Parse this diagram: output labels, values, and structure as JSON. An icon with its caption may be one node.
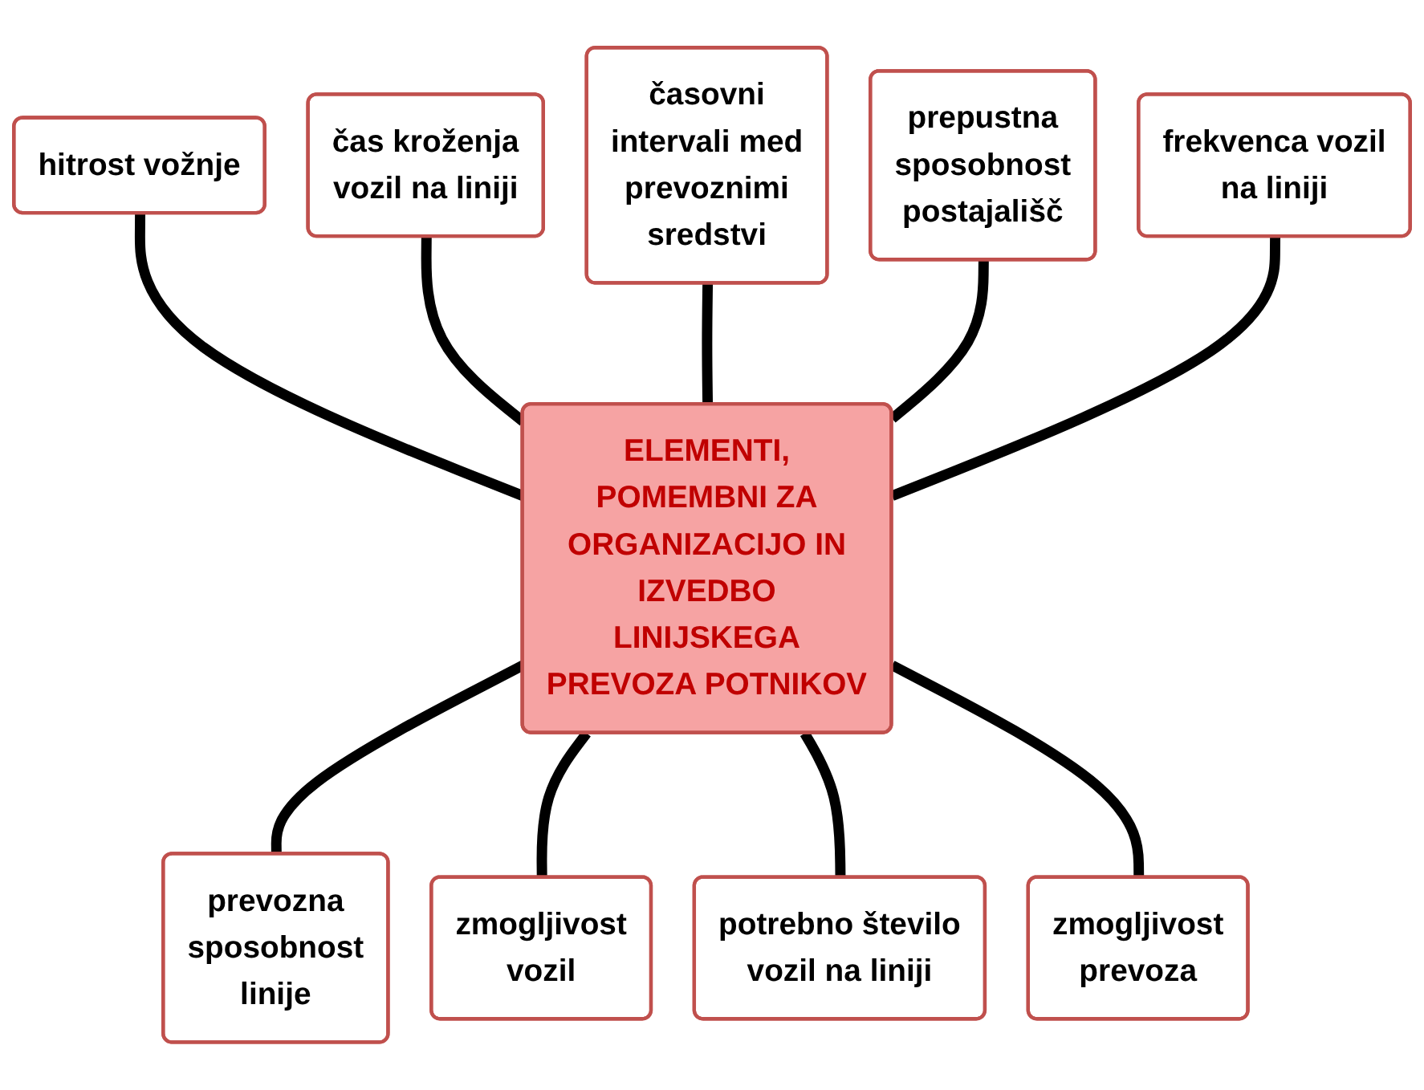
{
  "diagram": {
    "nodes": [
      {
        "text": [
          "ELEMENTI, POMEMBNI ZA ORGANIZACIJO IN IZVEDBO LINIJSKEGA PREVOZA POTNIKOV"
        ]
      },
      {
        "text": [
          "hitrost vožnje"
        ]
      },
      {
        "text": [
          "čas kroženja vozil na liniji"
        ]
      },
      {
        "text": [
          "časovni intervali med prevoznimi sredstvi"
        ]
      },
      {
        "text": [
          "prepustna sposobnost postajališč"
        ]
      },
      {
        "text": [
          "frekvenca vozil na liniji"
        ]
      },
      {
        "text": [
          "prevozna sposobnost linije"
        ]
      },
      {
        "text": [
          "zmogljivost vozil"
        ]
      },
      {
        "text": [
          "potrebno število vozil na liniji"
        ]
      },
      {
        "text": [
          "zmogljivost prevoza"
        ]
      }
    ],
    "edges": [
      {
        "from": 1,
        "to": 0,
        "arrow": "none"
      },
      {
        "from": 2,
        "to": 0,
        "arrow": "none"
      },
      {
        "from": 3,
        "to": 0,
        "arrow": "none"
      },
      {
        "from": 4,
        "to": 0,
        "arrow": "none"
      },
      {
        "from": 5,
        "to": 0,
        "arrow": "none"
      },
      {
        "from": 0,
        "to": 6,
        "arrow": "none"
      },
      {
        "from": 0,
        "to": 7,
        "arrow": "none"
      },
      {
        "from": 0,
        "to": 8,
        "arrow": "none"
      },
      {
        "from": 0,
        "to": 9,
        "arrow": "none"
      }
    ]
  }
}
